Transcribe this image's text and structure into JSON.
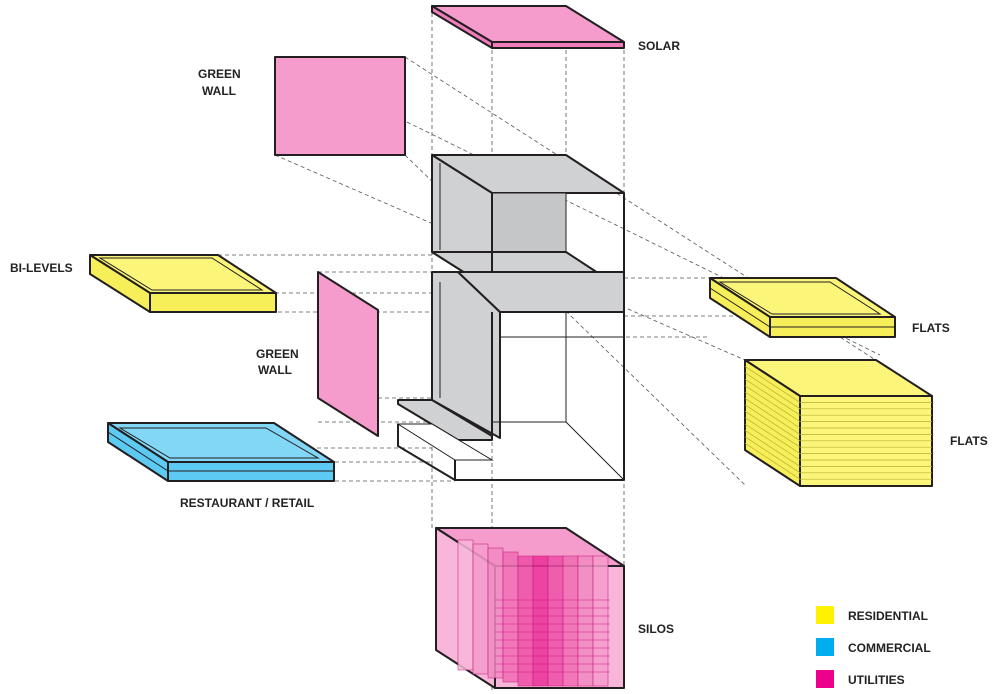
{
  "labels": {
    "solar": "SOLAR",
    "green_wall_top": [
      "GREEN",
      "WALL"
    ],
    "bi_levels": "BI-LEVELS",
    "green_wall_mid": [
      "GREEN",
      "WALL"
    ],
    "restaurant_retail": "RESTAURANT / RETAIL",
    "flats_slab": "FLATS",
    "flats_block": "FLATS",
    "silos": "SILOS"
  },
  "legend": [
    {
      "label": "RESIDENTIAL",
      "color": "#fff200"
    },
    {
      "label": "COMMERCIAL",
      "color": "#00aeef"
    },
    {
      "label": "UTILITIES",
      "color": "#ec008c"
    }
  ],
  "colors": {
    "residential_fill": "#fbf67a",
    "commercial_fill": "#82d6f6",
    "utilities_fill": "#f59ccc",
    "silo_dark": "#ee2fa0",
    "core_grey": "#cfd1d3"
  }
}
